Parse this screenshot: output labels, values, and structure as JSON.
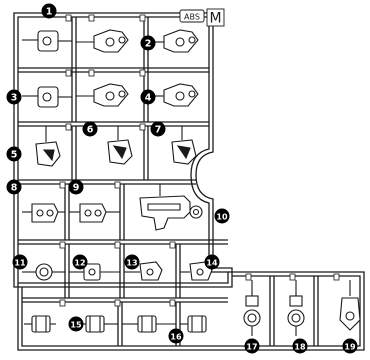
{
  "sprue": {
    "material_label": "ABS",
    "sprue_letter": "M"
  },
  "part_numbers": [
    "1",
    "2",
    "3",
    "4",
    "5",
    "6",
    "7",
    "8",
    "9",
    "10",
    "11",
    "12",
    "13",
    "14",
    "15",
    "16",
    "17",
    "18",
    "19"
  ],
  "colors": {
    "line": "#1a1a1a",
    "fill": "#ffffff",
    "gate": "#e8e8e8",
    "badge": "#000000",
    "badge_text": "#ffffff"
  }
}
